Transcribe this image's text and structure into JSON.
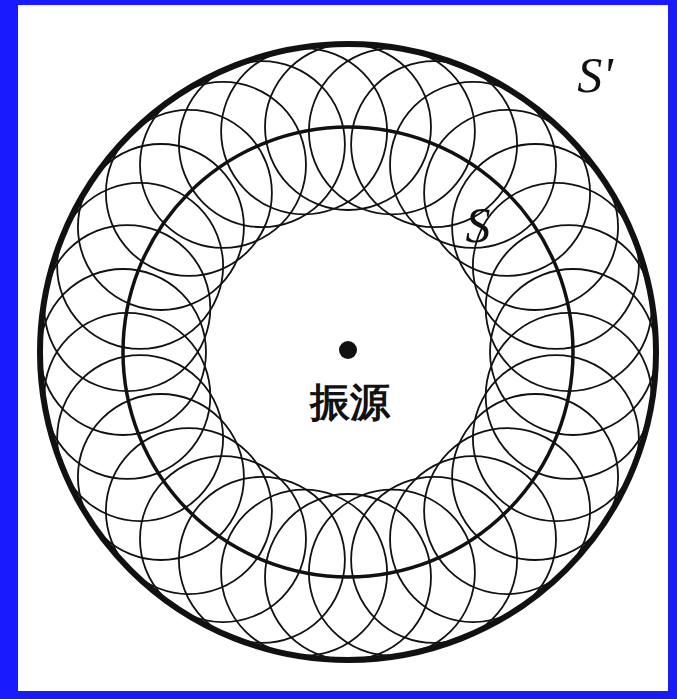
{
  "diagram": {
    "labels": [
      "S'",
      "S",
      "振源"
    ]
  }
}
